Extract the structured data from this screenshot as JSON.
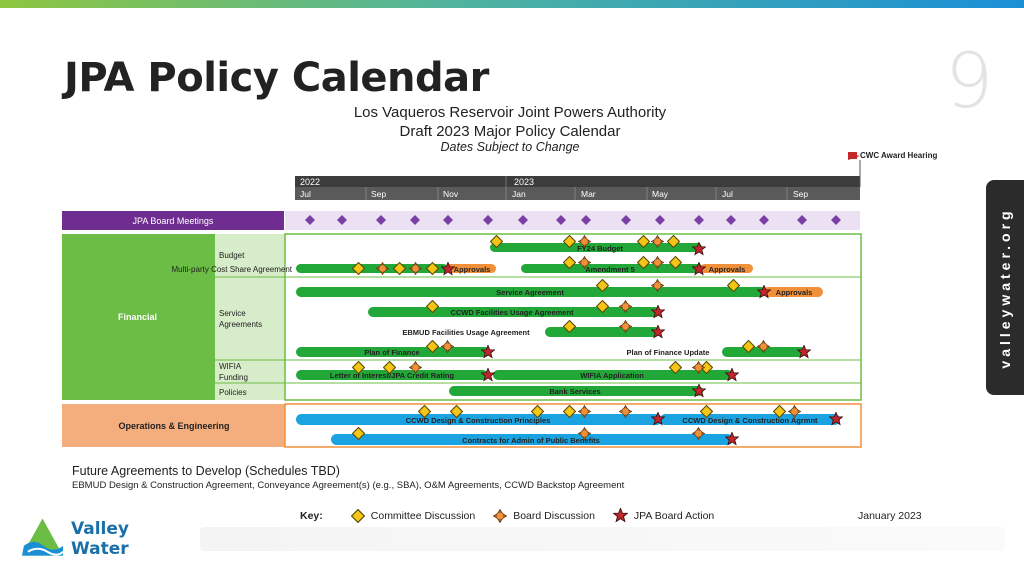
{
  "slide": {
    "title": "JPA Policy Calendar",
    "page_number": "9",
    "side_tab": "valleywater.org"
  },
  "header": {
    "line1": "Los Vaqueros Reservoir Joint Powers Authority",
    "line2": "Draft 2023 Major Policy Calendar",
    "line3": "Dates Subject to Change",
    "cwc_label": "CWC Award Hearing"
  },
  "colors": {
    "green": "#22a838",
    "green_band": "#6cbd45",
    "blue": "#1aa3e0",
    "orange": "#f0913a",
    "purple": "#7a3fa6",
    "diamond": "#f5c518",
    "star": "#c0272d",
    "ops_band": "#f4ad7c"
  },
  "timeline": {
    "years": [
      "2022",
      "2023"
    ],
    "months": [
      "Jul",
      "Sep",
      "Nov",
      "Jan",
      "Mar",
      "May",
      "Jul",
      "Sep"
    ]
  },
  "categories": {
    "board_meetings": "JPA Board Meetings",
    "financial": "Financial",
    "ops": "Operations & Engineering",
    "sub": [
      "Budget",
      "Service Agreements",
      "WIFIA Funding",
      "Policies"
    ],
    "multi_party": "Multi-party Cost Share Agreement"
  },
  "bars": {
    "fy24_budget": "FY24 Budget",
    "approvals_1": "Approvals",
    "amendment": "Amendment 5",
    "approvals_2": "Approvals",
    "service_agreement": "Service Agreement",
    "approvals_3": "Approvals",
    "ccwd_usage": "CCWD Facilities Usage Agreement",
    "ebmud_usage": "EBMUD Facilities Usage Agreement",
    "plan_finance": "Plan of Finance",
    "plan_update": "Plan of Finance Update",
    "loi": "Letter of Interest/JPA Credit Rating",
    "wifia_app": "WIFIA Application",
    "bank": "Bank Services",
    "ccwd_design1": "CCWD Design & Construction Principles",
    "ccwd_design2": "CCWD Design & Construction Agrmnt",
    "contracts": "Contracts for Admin of Public Benefits"
  },
  "future": {
    "title": "Future Agreements to Develop (Schedules TBD)",
    "list": "EBMUD Design & Construction Agreement, Conveyance Agreement(s) (e.g., SBA), O&M Agreements, CCWD Backstop Agreement"
  },
  "key": {
    "label": "Key:",
    "committee": "Committee Discussion",
    "board": "Board Discussion",
    "jpa": "JPA Board Action"
  },
  "date_label": "January 2023",
  "logo": {
    "text": "Valley Water"
  }
}
